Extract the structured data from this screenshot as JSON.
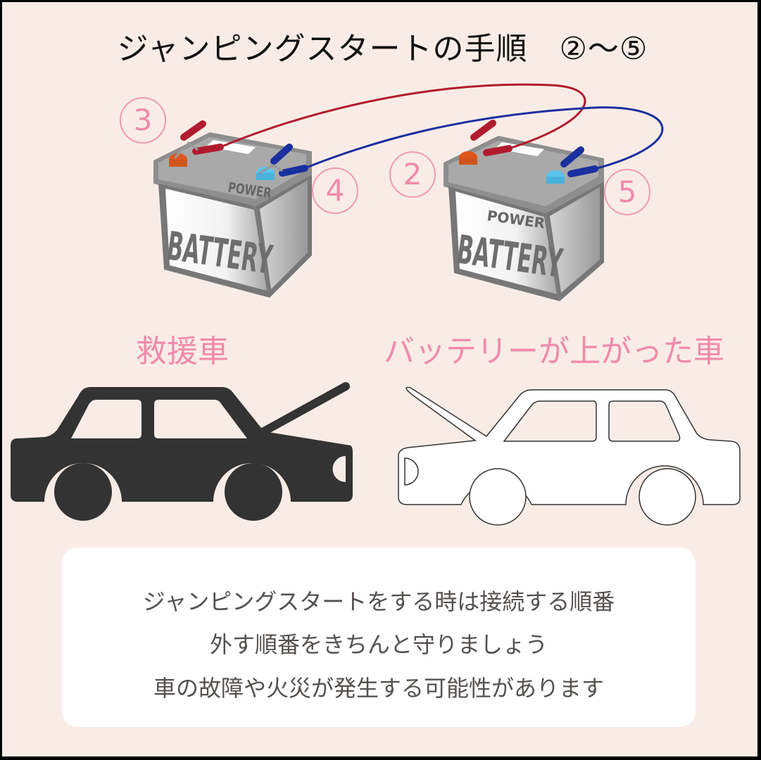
{
  "title": "ジャンピングスタートの手順　②〜⑤",
  "steps": {
    "step2": "2",
    "step3": "3",
    "step4": "4",
    "step5": "5"
  },
  "batteries": [
    {
      "label_top": "POWER",
      "label_main": "BATTERY"
    },
    {
      "label_top": "POWER",
      "label_main": "BATTERY"
    }
  ],
  "cars": {
    "rescue_label": "救援車",
    "dead_label": "バッテリーが上がった車"
  },
  "note": {
    "lines": [
      "ジャンピングスタートをする時は接続する順番",
      "外す順番をきちんと守りましょう",
      "車の故障や火災が発生する可能性があります"
    ]
  },
  "colors": {
    "background": "#f9ece6",
    "accent_pink": "#f08aab",
    "cable_red": "#b01c2e",
    "cable_blue": "#1a2fa0",
    "car_dark": "#333333"
  }
}
